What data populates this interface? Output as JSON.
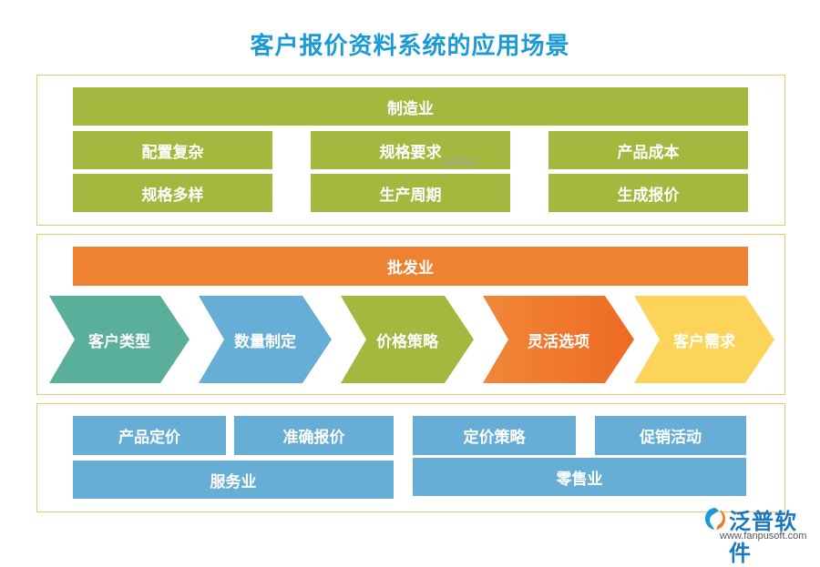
{
  "title": "客户报价资料系统的应用场景",
  "colors": {
    "title": "#1a9ad6",
    "green": "#a3b83e",
    "orange": "#ee8232",
    "blue": "#67aed6",
    "teal": "#5aaf9b",
    "chevron_blue": "#67aed6",
    "chevron_green": "#a3b83e",
    "chevron_orange": "#ee6a2a",
    "chevron_yellow": "#fcd45a",
    "panel_border": "#e6c96a"
  },
  "manufacturing": {
    "header": "制造业",
    "items": [
      "配置复杂",
      "规格多样",
      "规格要求",
      "生产周期",
      "产品成本",
      "生成报价"
    ]
  },
  "wholesale": {
    "header": "批发业",
    "steps": [
      "客户类型",
      "数量制定",
      "价格策略",
      "灵活选项",
      "客户需求"
    ]
  },
  "service": {
    "header": "服务业",
    "items": [
      "产品定价",
      "准确报价"
    ]
  },
  "retail": {
    "header": "零售业",
    "items": [
      "定价策略",
      "促销活动"
    ]
  },
  "watermark": "泛普软件",
  "logo": {
    "name": "泛普软件",
    "url": "www.fanpusoft.com"
  }
}
